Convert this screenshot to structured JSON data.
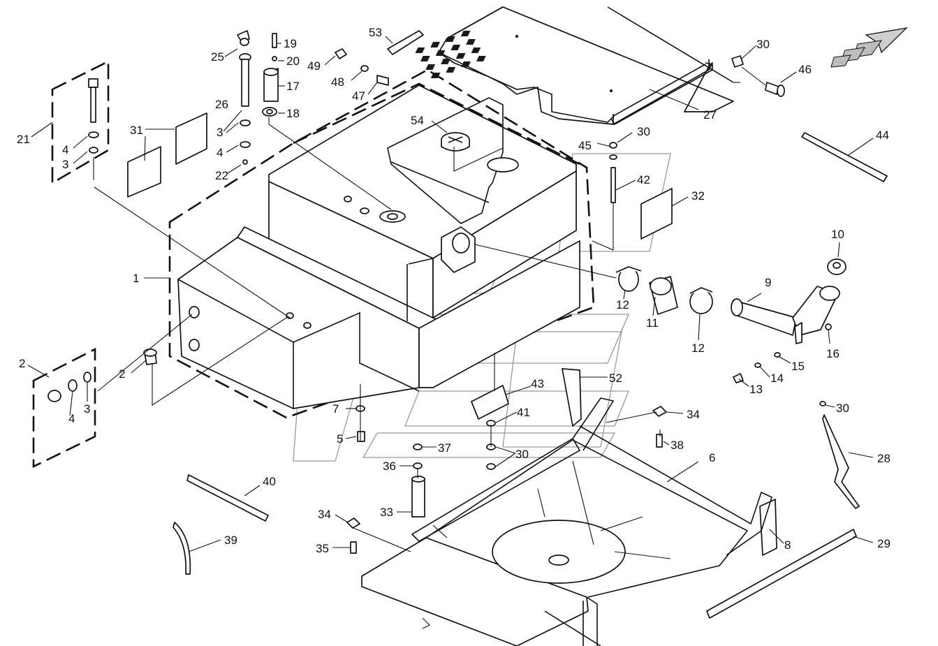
{
  "diagram": {
    "labels": [
      {
        "id": "p1",
        "text": "1"
      },
      {
        "id": "p2a",
        "text": "2"
      },
      {
        "id": "p2b",
        "text": "2"
      },
      {
        "id": "p3a",
        "text": "3"
      },
      {
        "id": "p3b",
        "text": "3"
      },
      {
        "id": "p3c",
        "text": "3"
      },
      {
        "id": "p4a",
        "text": "4"
      },
      {
        "id": "p4b",
        "text": "4"
      },
      {
        "id": "p4c",
        "text": "4"
      },
      {
        "id": "p5",
        "text": "5"
      },
      {
        "id": "p6",
        "text": "6"
      },
      {
        "id": "p7",
        "text": "7"
      },
      {
        "id": "p8",
        "text": "8"
      },
      {
        "id": "p9",
        "text": "9"
      },
      {
        "id": "p10",
        "text": "10"
      },
      {
        "id": "p11",
        "text": "11"
      },
      {
        "id": "p12a",
        "text": "12"
      },
      {
        "id": "p12b",
        "text": "12"
      },
      {
        "id": "p13",
        "text": "13"
      },
      {
        "id": "p14",
        "text": "14"
      },
      {
        "id": "p15",
        "text": "15"
      },
      {
        "id": "p16",
        "text": "16"
      },
      {
        "id": "p17",
        "text": "17"
      },
      {
        "id": "p18",
        "text": "18"
      },
      {
        "id": "p19",
        "text": "19"
      },
      {
        "id": "p20",
        "text": "20"
      },
      {
        "id": "p21",
        "text": "21"
      },
      {
        "id": "p22",
        "text": "22"
      },
      {
        "id": "p25",
        "text": "25"
      },
      {
        "id": "p26",
        "text": "26"
      },
      {
        "id": "p27",
        "text": "27"
      },
      {
        "id": "p28",
        "text": "28"
      },
      {
        "id": "p29",
        "text": "29"
      },
      {
        "id": "p30a",
        "text": "30"
      },
      {
        "id": "p30b",
        "text": "30"
      },
      {
        "id": "p30c",
        "text": "30"
      },
      {
        "id": "p30d",
        "text": "30"
      },
      {
        "id": "p31",
        "text": "31"
      },
      {
        "id": "p32",
        "text": "32"
      },
      {
        "id": "p33",
        "text": "33"
      },
      {
        "id": "p34a",
        "text": "34"
      },
      {
        "id": "p34b",
        "text": "34"
      },
      {
        "id": "p35",
        "text": "35"
      },
      {
        "id": "p36",
        "text": "36"
      },
      {
        "id": "p37",
        "text": "37"
      },
      {
        "id": "p38",
        "text": "38"
      },
      {
        "id": "p39",
        "text": "39"
      },
      {
        "id": "p40",
        "text": "40"
      },
      {
        "id": "p41",
        "text": "41"
      },
      {
        "id": "p42",
        "text": "42"
      },
      {
        "id": "p43",
        "text": "43"
      },
      {
        "id": "p44",
        "text": "44"
      },
      {
        "id": "p45",
        "text": "45"
      },
      {
        "id": "p46",
        "text": "46"
      },
      {
        "id": "p47",
        "text": "47"
      },
      {
        "id": "p48",
        "text": "48"
      },
      {
        "id": "p49",
        "text": "49"
      },
      {
        "id": "p52",
        "text": "52"
      },
      {
        "id": "p53",
        "text": "53"
      },
      {
        "id": "p54",
        "text": "54"
      }
    ],
    "colors": {
      "line": "#111111",
      "watermark": "#9a9a9a",
      "background": "#ffffff"
    }
  }
}
